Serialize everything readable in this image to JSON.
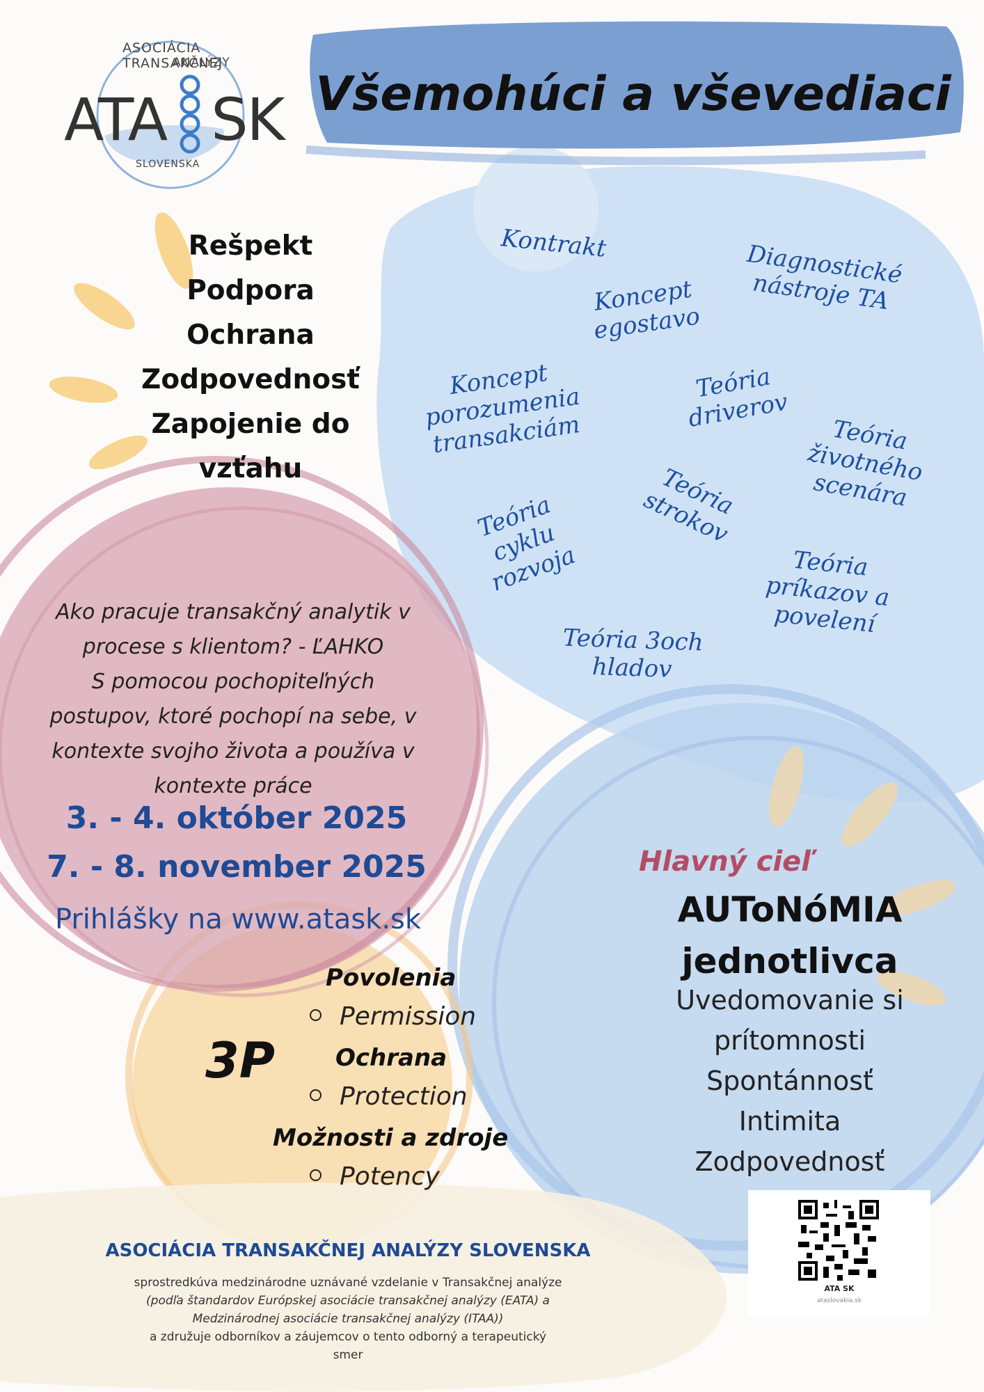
{
  "colors": {
    "title_banner": "#7c9fd2",
    "light_blue_blob": "#cfe2f5",
    "pink_circle": "#d7a3b1",
    "yellow_circle": "#f8d9a8",
    "accent_blue": "#1e4a96",
    "accent_pink": "#b34d66"
  },
  "logo": {
    "arc_top_line1": "ASOCIÁCIA TRANSAKČNEJ",
    "arc_top_line2": "ANALÝZY",
    "main_left": "ATA",
    "main_right": "SK",
    "arc_bottom": "SLOVENSKA"
  },
  "title": "Všemohúci a vševediaci",
  "values": [
    "Rešpekt",
    "Podpora",
    "Ochrana",
    "Zodpovednosť",
    "Zapojenie do",
    "vzťahu"
  ],
  "concepts": {
    "kontrakt": "Kontrakt",
    "diagnostic": [
      "Diagnostické",
      "nástroje TA"
    ],
    "egostavo": [
      "Koncept",
      "egostavo"
    ],
    "transakcie": [
      "Koncept",
      "porozumenia",
      "transakciám"
    ],
    "drivery": [
      "Teória",
      "driverov"
    ],
    "scenar": [
      "Teória",
      "životného",
      "scenára"
    ],
    "cyklus": [
      "Teória",
      "cyklu",
      "rozvoja"
    ],
    "stroky": [
      "Teória",
      "strokov"
    ],
    "prikazy": [
      "Teória",
      "príkazov a",
      "povelení"
    ],
    "hlady": [
      "Teória 3och",
      "hladov"
    ]
  },
  "question": [
    "Ako pracuje transakčný analytik v",
    "procese s klientom? - ĽAHKO",
    "S pomocou pochopiteľných",
    "postupov, ktoré pochopí na sebe, v",
    "kontexte svojho života a používa v",
    "kontexte práce"
  ],
  "dates": [
    "3. - 4. október 2025",
    "7. - 8. november 2025"
  ],
  "signup": "Prihlášky na www.atask.sk",
  "three_p": {
    "label": "3P",
    "items": [
      {
        "head": "Povolenia",
        "sub": "Permission"
      },
      {
        "head": "Ochrana",
        "sub": "Protection"
      },
      {
        "head": "Možnosti a zdroje",
        "sub": "Potency"
      }
    ]
  },
  "goal": {
    "label": "Hlavný cieľ",
    "title_line1": "AUToNóMIA",
    "title_line2": "jednotlivca",
    "items": [
      "Uvedomovanie si",
      "prítomnosti",
      "Spontánnosť",
      "Intimita",
      "Zodpovednosť"
    ]
  },
  "qr": {
    "name": "ATA SK",
    "url": "ataslovakia.sk"
  },
  "footer": {
    "org": "ASOCIÁCIA TRANSAKČNEJ ANALÝZY  SLOVENSKA",
    "line1": "sprostredkúva medzinárodne uznávané vzdelanie v Transakčnej analýze",
    "line2": "(podľa štandardov Európskej asociácie transakčnej analýzy (EATA) a",
    "line3": "Medzinárodnej asociácie transakčnej analýzy (ITAA))",
    "line4": "a združuje odborníkov a záujemcov o tento odborný a terapeutický",
    "line5": "smer"
  }
}
